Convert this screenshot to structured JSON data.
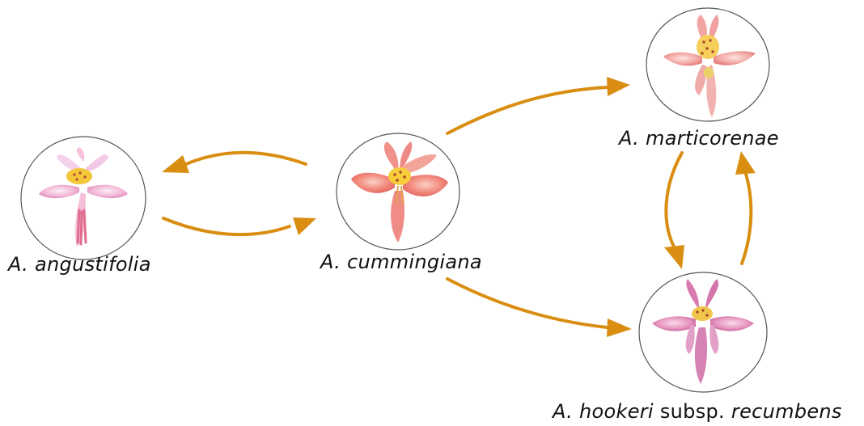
{
  "diagram": {
    "arrow_color": "#D98E12",
    "nodes": [
      {
        "id": "angustifolia",
        "label": "A. angustifolia",
        "icon": "pale-pink-flower-icon"
      },
      {
        "id": "cummingiana",
        "label": "A. cummingiana",
        "icon": "salmon-pink-flower-icon"
      },
      {
        "id": "marticorenae",
        "label": "A. marticorenae",
        "icon": "light-pink-flower-icon"
      },
      {
        "id": "hookeri",
        "label_parts": {
          "genus": "A. hookeri",
          "rank": "subsp.",
          "epithet": "recumbens"
        },
        "icon": "mauve-pink-flower-icon"
      }
    ],
    "edges": [
      {
        "from": "cummingiana",
        "to": "angustifolia"
      },
      {
        "from": "angustifolia",
        "to": "cummingiana"
      },
      {
        "from": "cummingiana",
        "to": "marticorenae"
      },
      {
        "from": "cummingiana",
        "to": "hookeri"
      },
      {
        "from": "marticorenae",
        "to": "hookeri"
      },
      {
        "from": "hookeri",
        "to": "marticorenae"
      }
    ]
  }
}
